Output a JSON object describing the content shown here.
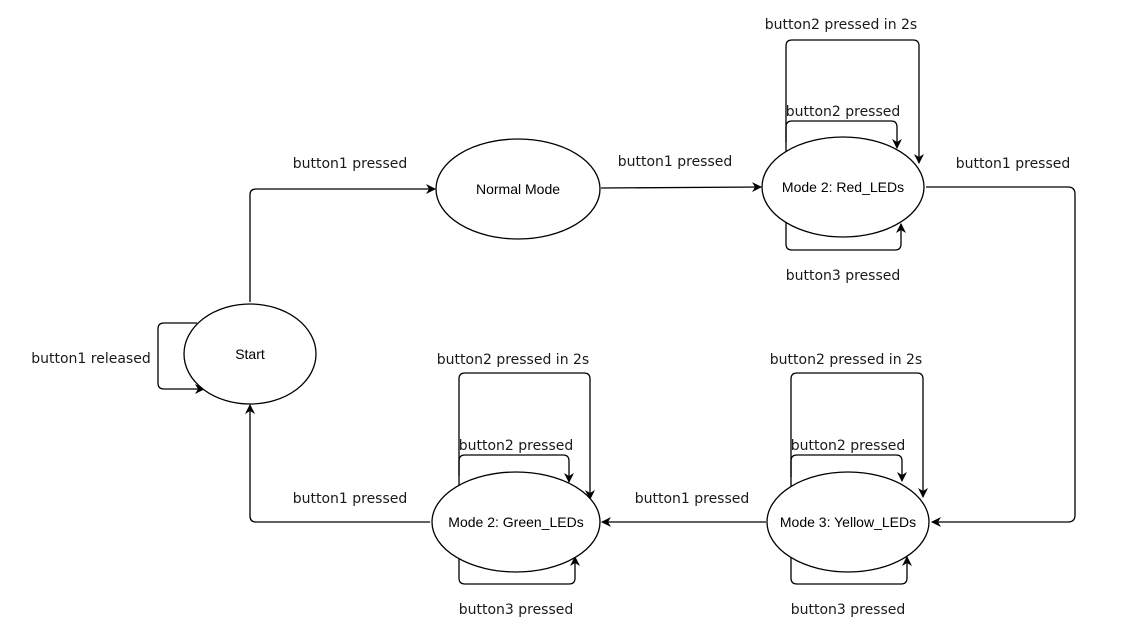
{
  "diagram": {
    "type": "state-machine",
    "colors": {
      "stroke": "#000000",
      "fill": "#ffffff",
      "text": "#1a1a1a"
    },
    "states": {
      "start": "Start",
      "normal": "Normal Mode",
      "red": "Mode 2: Red_LEDs",
      "yellow": "Mode 3: Yellow_LEDs",
      "green": "Mode 2: Green_LEDs"
    },
    "transitions": {
      "start_self": "button1 released",
      "start_to_normal": "button1 pressed",
      "normal_to_red": "button1 pressed",
      "red_to_yellow": "button1 pressed",
      "yellow_to_green": "button1 pressed",
      "green_to_start": "button1 pressed",
      "red_in_2s": "button2 pressed in 2s",
      "red_b2": "button2 pressed",
      "red_b3": "button3 pressed",
      "yellow_in_2s": "button2 pressed in 2s",
      "yellow_b2": "button2 pressed",
      "yellow_b3": "button3 pressed",
      "green_in_2s": "button2 pressed in 2s",
      "green_b2": "button2 pressed",
      "green_b3": "button3 pressed"
    }
  }
}
